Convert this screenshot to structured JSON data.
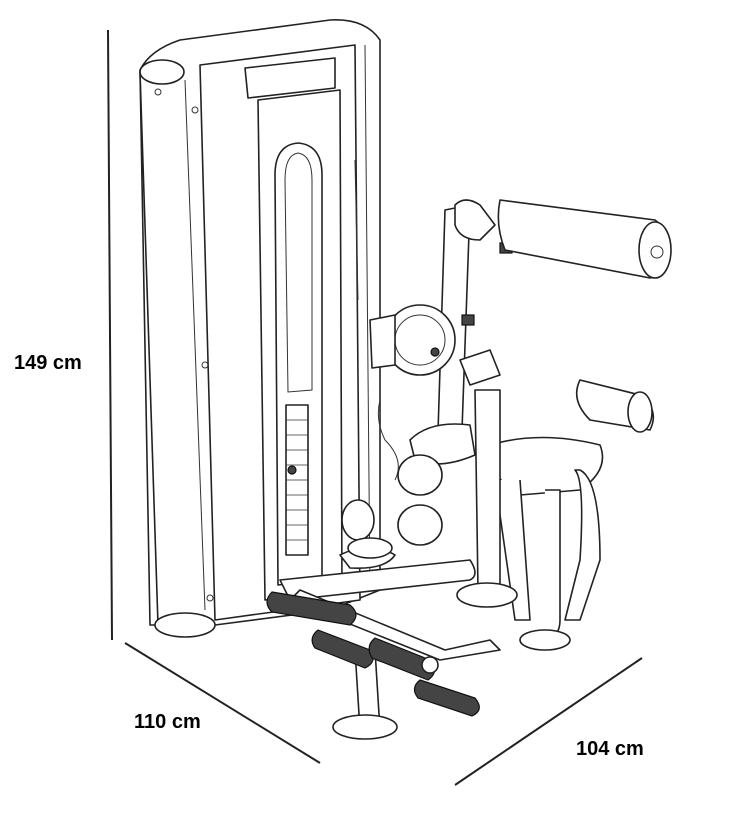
{
  "dimensions": {
    "height": "149 cm",
    "depth": "110 cm",
    "width": "104 cm"
  },
  "colors": {
    "line": "#222222",
    "background": "#ffffff"
  }
}
